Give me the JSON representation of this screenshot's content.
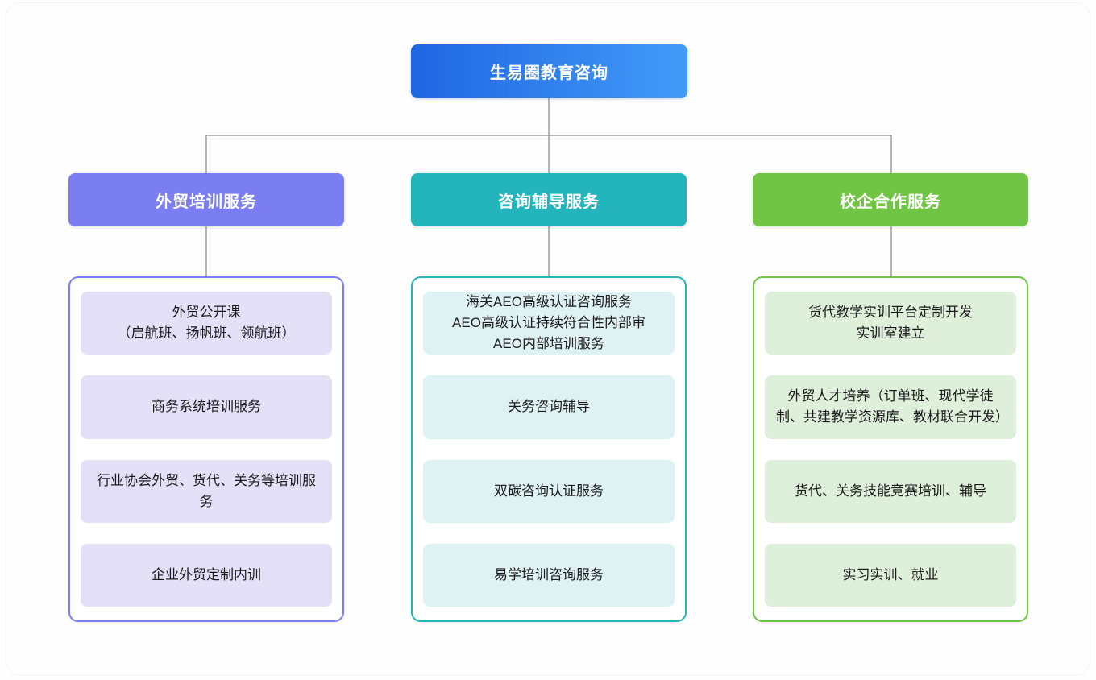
{
  "root": {
    "label": "生易圈教育咨询",
    "gradient_from": "#1F66E1",
    "gradient_to": "#429BF9"
  },
  "connector_color": "#8A909A",
  "branches": [
    {
      "label": "外贸培训服务",
      "accent_color": "#7A7EF0",
      "item_bg_color": "#E3E0F8",
      "items": [
        "外贸公开课\n（启航班、扬帆班、领航班）",
        "商务系统培训服务",
        "行业协会外贸、货代、关务等培训服务",
        "企业外贸定制内训"
      ]
    },
    {
      "label": "咨询辅导服务",
      "accent_color": "#24B4BC",
      "item_bg_color": "#DFF2F3",
      "items": [
        "海关AEO高级认证咨询服务\nAEO高级认证持续符合性内部审\nAEO内部培训服务",
        "关务咨询辅导",
        "双碳咨询认证服务",
        "易学培训咨询服务"
      ]
    },
    {
      "label": "校企合作服务",
      "accent_color": "#70C544",
      "item_bg_color": "#DFF0DA",
      "items": [
        "货代教学实训平台定制开发\n实训室建立",
        "外贸人才培养（订单班、现代学徒制、共建教学资源库、教材联合开发）",
        "货代、关务技能竞赛培训、辅导",
        "实习实训、就业"
      ]
    }
  ]
}
